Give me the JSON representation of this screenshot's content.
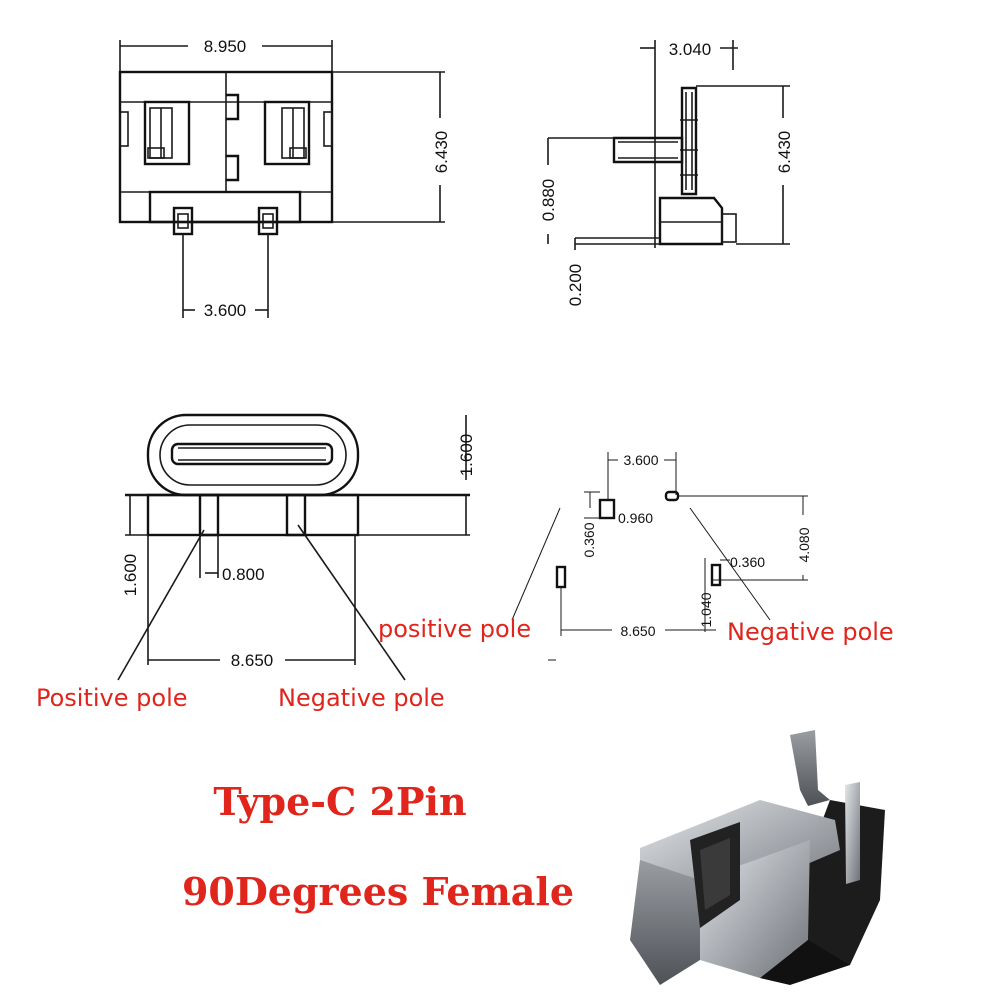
{
  "front_view": {
    "width_label": "8.950",
    "height_label": "6.430",
    "pin_pitch_label": "3.600"
  },
  "side_view": {
    "depth_label": "3.040",
    "height_label": "6.430",
    "offset_label": "0.880",
    "base_label": "0.200"
  },
  "bottom_view": {
    "height_label_top": "1.600",
    "height_label_left": "1.600",
    "pin_width_label": "0.800",
    "span_label": "8.650",
    "positive_label": "Positive pole",
    "negative_label": "Negative pole"
  },
  "footprint": {
    "pitch_label": "3.600",
    "pad_h_label": "0.360",
    "pad_w_label": "0.960",
    "height_label": "4.080",
    "pad2_label": "0.360",
    "pad3_label": "1.040",
    "span_label": "8.650",
    "positive_label": "positive pole",
    "negative_label": "Negative pole"
  },
  "title": {
    "line1": "Type-C 2Pin",
    "line2": "90Degrees  Female"
  },
  "colors": {
    "accent_red": "#e0251c",
    "line": "#1a1a1a",
    "metal": "#b8bcc0",
    "black_body": "#1c1c1c"
  }
}
